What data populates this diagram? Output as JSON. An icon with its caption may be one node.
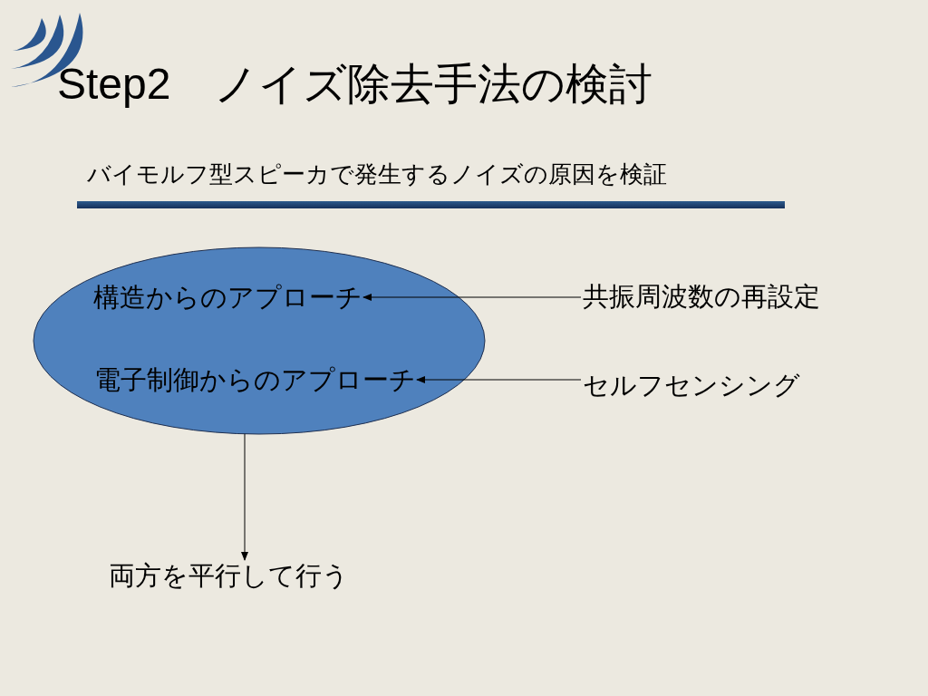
{
  "diagram": {
    "title": "Step2　ノイズ除去手法の検討",
    "nodes": [
      {
        "text": [],
        "shape": "ellipse"
      },
      {
        "text": [
          "構造からのアプローチ"
        ],
        "in": 0
      },
      {
        "text": [
          "電子制御からのアプローチ"
        ],
        "in": 0
      },
      {
        "text": [
          "共振周波数の再設定"
        ]
      },
      {
        "text": [
          "セルフセンシング"
        ]
      },
      {
        "text": [
          "両方を平行して行う"
        ]
      }
    ],
    "edges": [
      {
        "from": 3,
        "to": 1,
        "arrow": "to"
      },
      {
        "from": 4,
        "to": 2,
        "arrow": "to"
      },
      {
        "from": 0,
        "to": 5,
        "arrow": "to"
      }
    ],
    "labels": [
      "バイモルフ型スピーカで発生するノイズの原因を検証"
    ]
  }
}
